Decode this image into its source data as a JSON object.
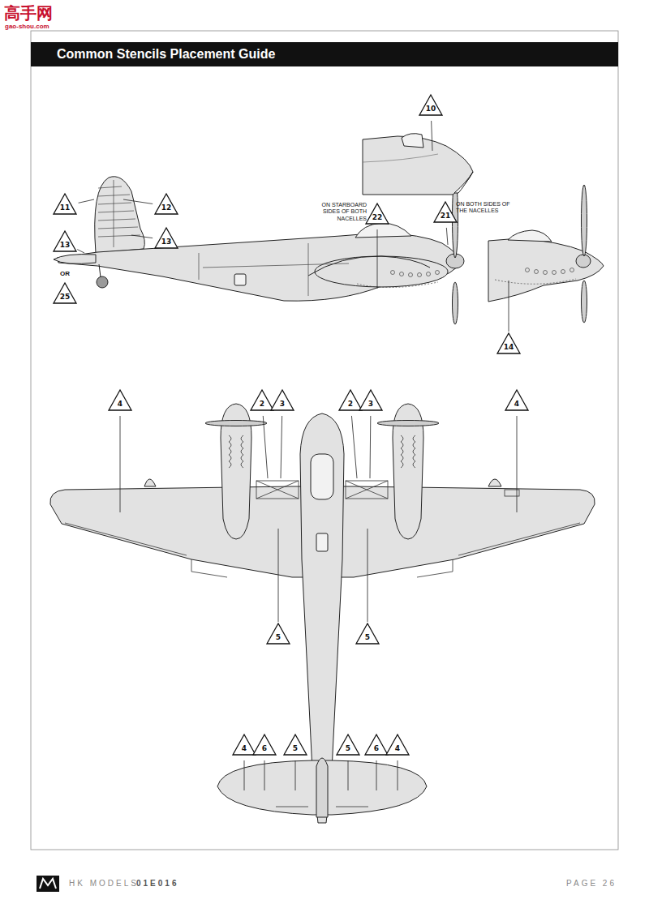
{
  "diagram": {
    "title": "Common Stencils Placement Guide",
    "labels": [
      "高手网",
      "gao-shou.com",
      "10",
      "11",
      "12",
      "13",
      "13",
      "OR",
      "25",
      "ON STARBOARD SIDES OF BOTH NACELLES",
      "22",
      "ON BOTH SIDES OF THE NACELLES",
      "21",
      "14",
      "4",
      "2",
      "3",
      "2",
      "3",
      "4",
      "5",
      "5",
      "4",
      "6",
      "5",
      "5",
      "6",
      "4",
      "HK MODELS",
      "01E016",
      "PAGE 26"
    ]
  }
}
